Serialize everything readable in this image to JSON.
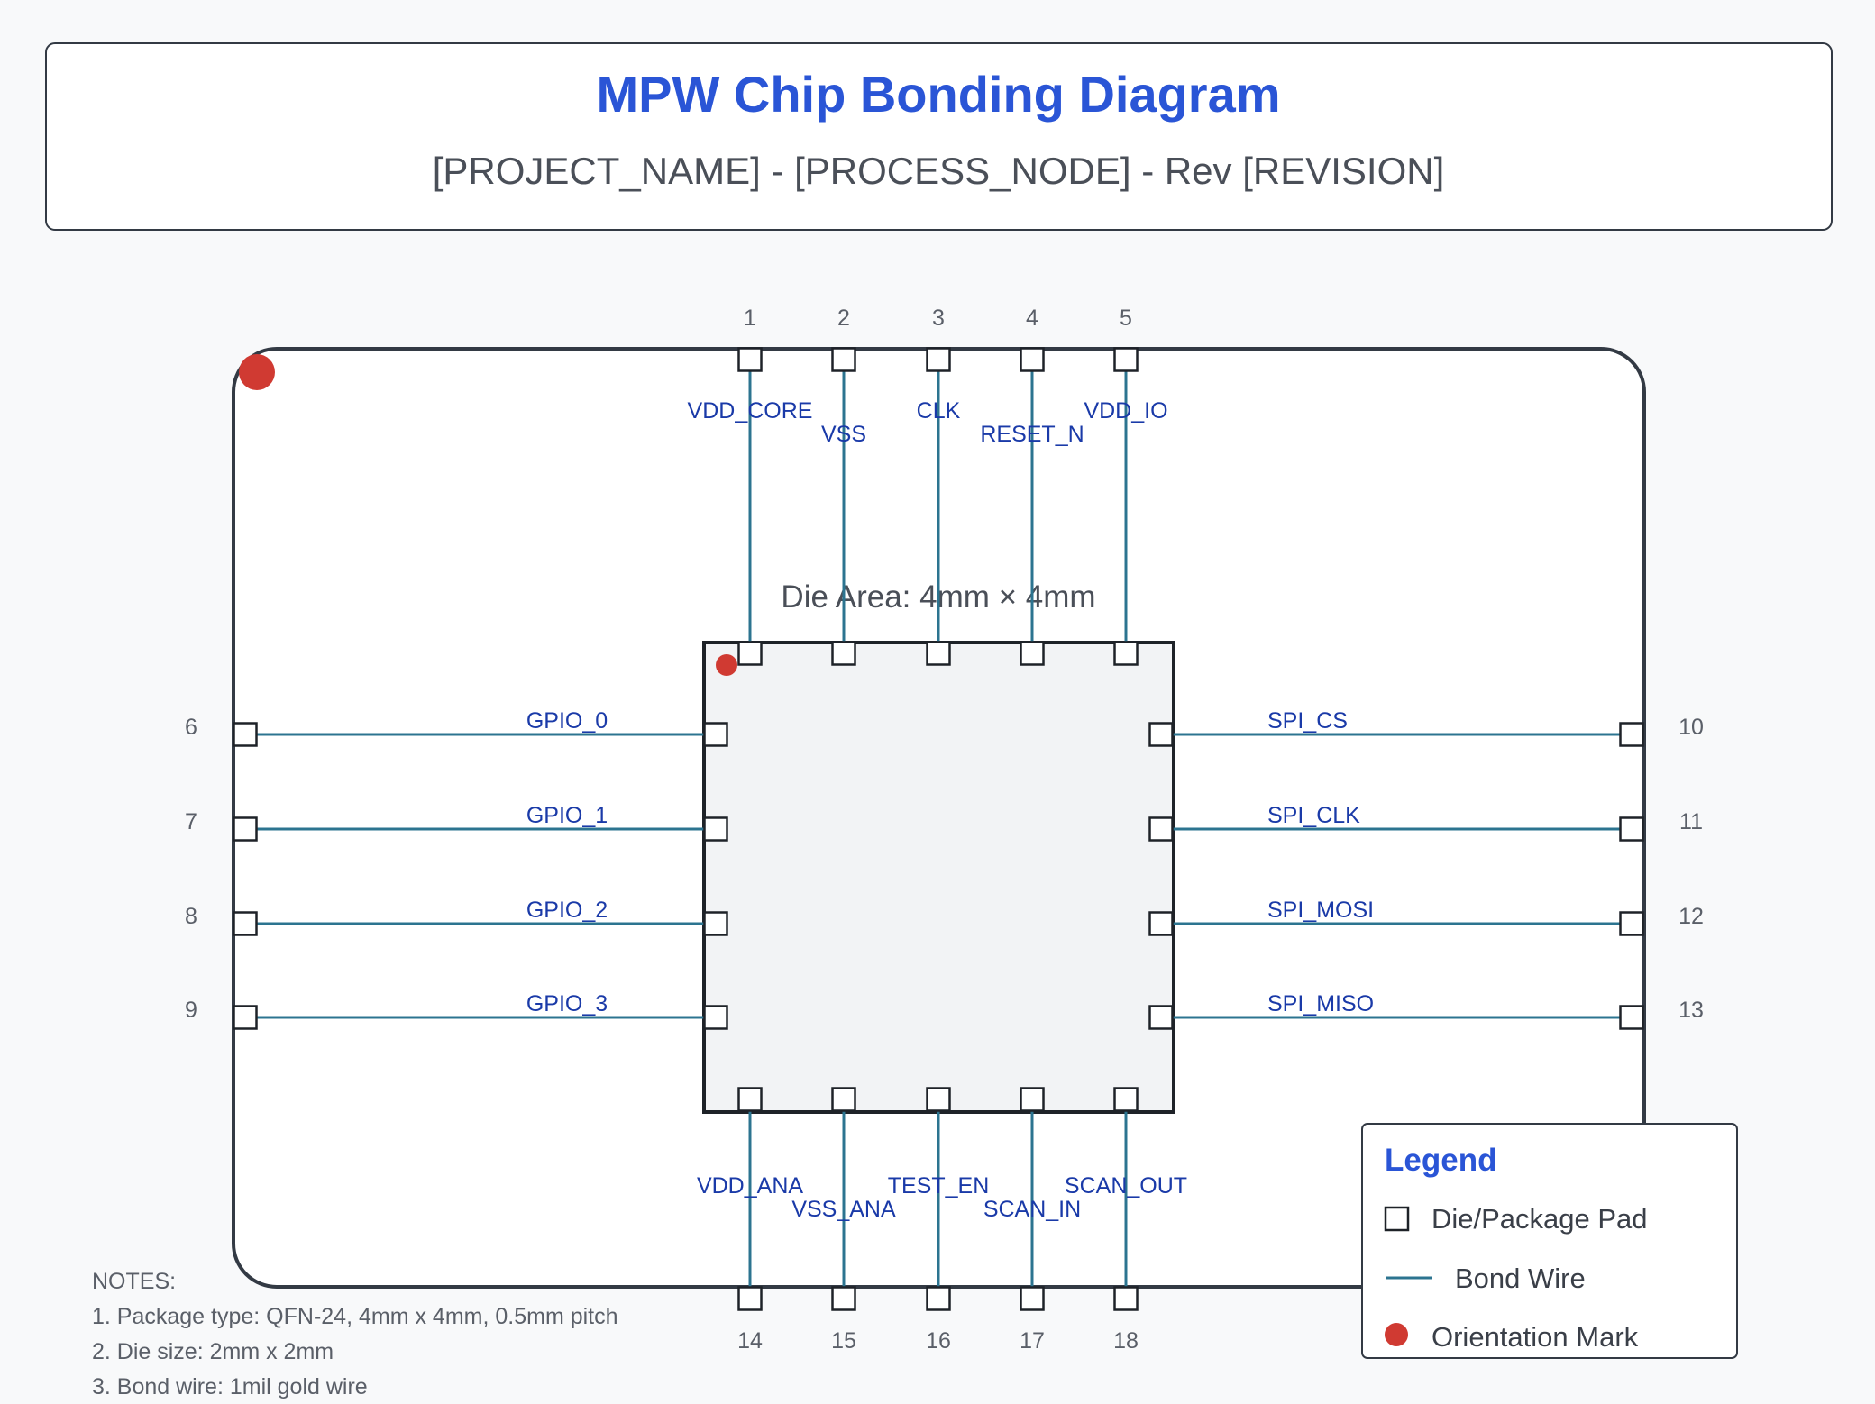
{
  "header": {
    "title": "MPW Chip Bonding Diagram",
    "subtitle": "[PROJECT_NAME] - [PROCESS_NODE] - Rev [REVISION]"
  },
  "die": {
    "label": "Die Area: 4mm × 4mm"
  },
  "pins": {
    "top": [
      {
        "num": "1",
        "name": "VDD_CORE"
      },
      {
        "num": "2",
        "name": "VSS"
      },
      {
        "num": "3",
        "name": "CLK"
      },
      {
        "num": "4",
        "name": "RESET_N"
      },
      {
        "num": "5",
        "name": "VDD_IO"
      }
    ],
    "left": [
      {
        "num": "6",
        "name": "GPIO_0"
      },
      {
        "num": "7",
        "name": "GPIO_1"
      },
      {
        "num": "8",
        "name": "GPIO_2"
      },
      {
        "num": "9",
        "name": "GPIO_3"
      }
    ],
    "right": [
      {
        "num": "10",
        "name": "SPI_CS"
      },
      {
        "num": "11",
        "name": "SPI_CLK"
      },
      {
        "num": "12",
        "name": "SPI_MOSI"
      },
      {
        "num": "13",
        "name": "SPI_MISO"
      }
    ],
    "bottom": [
      {
        "num": "14",
        "name": "VDD_ANA"
      },
      {
        "num": "15",
        "name": "VSS_ANA"
      },
      {
        "num": "16",
        "name": "TEST_EN"
      },
      {
        "num": "17",
        "name": "SCAN_IN"
      },
      {
        "num": "18",
        "name": "SCAN_OUT"
      }
    ]
  },
  "notes": {
    "heading": "NOTES:",
    "items": [
      "1. Package type: QFN-24, 4mm x 4mm, 0.5mm pitch",
      "2. Die size: 2mm x 2mm",
      "3. Bond wire: 1mil gold wire"
    ]
  },
  "legend": {
    "title": "Legend",
    "pad": "Die/Package Pad",
    "wire": "Bond Wire",
    "mark": "Orientation Mark"
  },
  "colors": {
    "title": "#2a55d6",
    "wire": "#2c7490",
    "pin_label": "#1a3aa8",
    "orientation_mark": "#d03a32",
    "package_outline": "#333a44",
    "die_fill": "#f2f3f5"
  }
}
